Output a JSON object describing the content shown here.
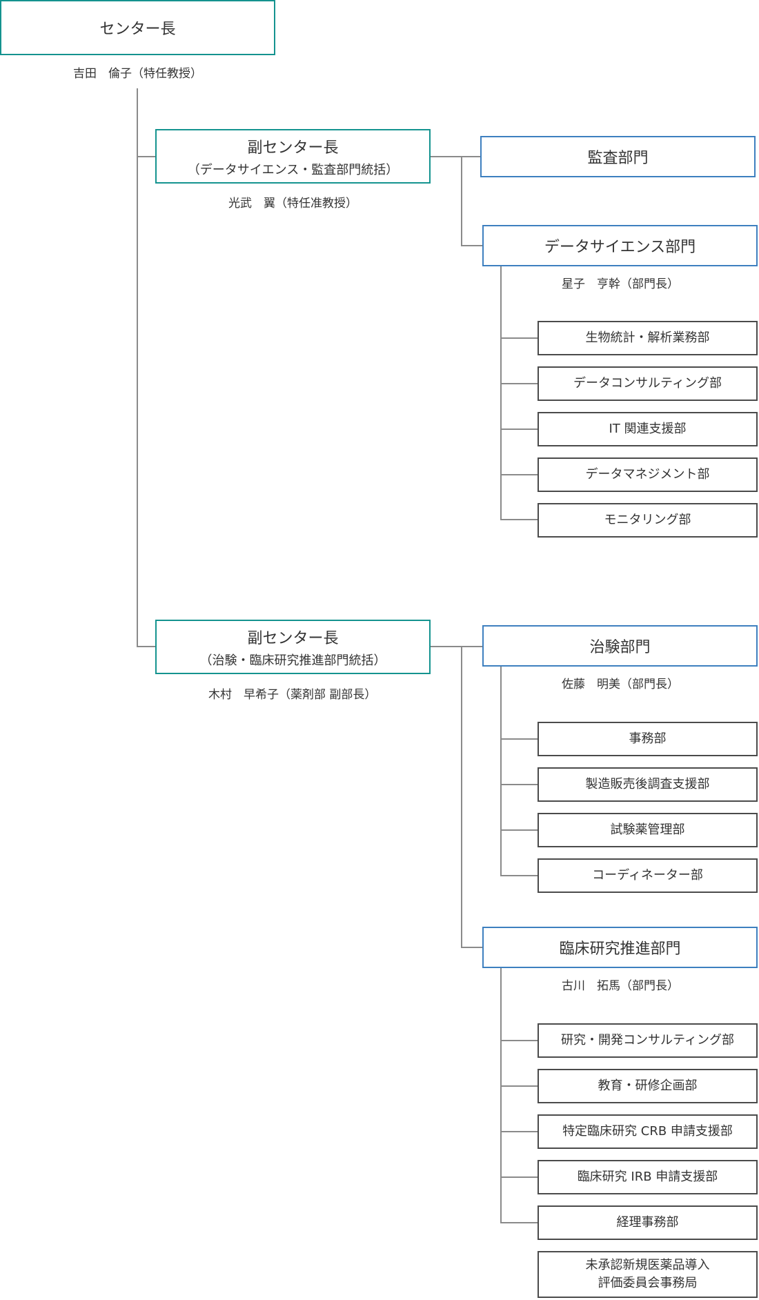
{
  "director": {
    "title": "センター長",
    "person": "吉田　倫子（特任教授）"
  },
  "vice1": {
    "title": "副センター長",
    "scope": "（データサイエンス・監査部門統括）",
    "person": "光武　翼（特任准教授）"
  },
  "audit": {
    "title": "監査部門"
  },
  "ds": {
    "title": "データサイエンス部門",
    "head": "星子　亨幹（部門長）",
    "units": [
      "生物統計・解析業務部",
      "データコンサルティング部",
      "IT 関連支援部",
      "データマネジメント部",
      "モニタリング部"
    ]
  },
  "vice2": {
    "title": "副センター長",
    "scope": "（治験・臨床研究推進部門統括）",
    "person": "木村　早希子（薬剤部 副部長）"
  },
  "trial": {
    "title": "治験部門",
    "head": "佐藤　明美（部門長）",
    "units": [
      "事務部",
      "製造販売後調査支援部",
      "試験薬管理部",
      "コーディネーター部"
    ]
  },
  "crp": {
    "title": "臨床研究推進部門",
    "head": "古川　拓馬（部門長）",
    "units": [
      "研究・開発コンサルティング部",
      "教育・研修企画部",
      "特定臨床研究 CRB 申請支援部",
      "臨床研究 IRB 申請支援部",
      "経理事務部"
    ],
    "extra_line1": "未承認新規医薬品導入",
    "extra_line2": "評価委員会事務局"
  }
}
